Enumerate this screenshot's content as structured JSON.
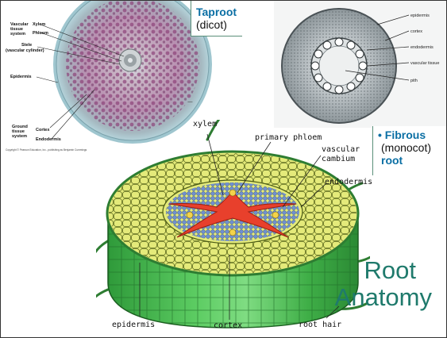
{
  "slide": {
    "title_line1": "Root",
    "title_line2": "Anatomy"
  },
  "taproot": {
    "label_bold": "Taproot",
    "label_rest": "(dicot)",
    "labels": {
      "vascular_tissue_system": [
        "Vascular",
        "tissue",
        "system"
      ],
      "xylem": "Xylem",
      "phloem": "Phloem",
      "stele": "Stele",
      "stele_sub": "(vascular cylinder)",
      "epidermis": "Epidermis",
      "ground_tissue_system": [
        "Ground",
        "tissue",
        "system"
      ],
      "cortex": "Cortex",
      "endodermis": "Endodermis",
      "copyright": "Copyright © Pearson Education, Inc., publishing as Benjamin Cummings"
    }
  },
  "fibrous": {
    "bullet": "•",
    "label_bold": "Fibrous",
    "label_rest": "(monocot)",
    "label_tail": "root",
    "labels": {
      "epidermis": "epidermis",
      "cortex": "cortex",
      "endodermis": "endodermis",
      "vascular_tissue": "vascular tissue",
      "pith": "pith"
    }
  },
  "cylinder": {
    "labels": {
      "xylem": "xylem",
      "primary_phloem": "primary phloem",
      "vascular_cambium": [
        "vascular",
        "cambium"
      ],
      "endodermis": "endodermis",
      "epidermis": "epidermis",
      "cortex": "cortex",
      "root_hair": "root hair"
    }
  },
  "colors": {
    "accent_text": "#1f7a6c",
    "label_blue": "#0b6fa4",
    "cortex_yellow": "#e4ea7a",
    "side_green": "#49b84f",
    "xylem_red": "#e8402c",
    "phloem_blue": "#6f8fd0"
  }
}
